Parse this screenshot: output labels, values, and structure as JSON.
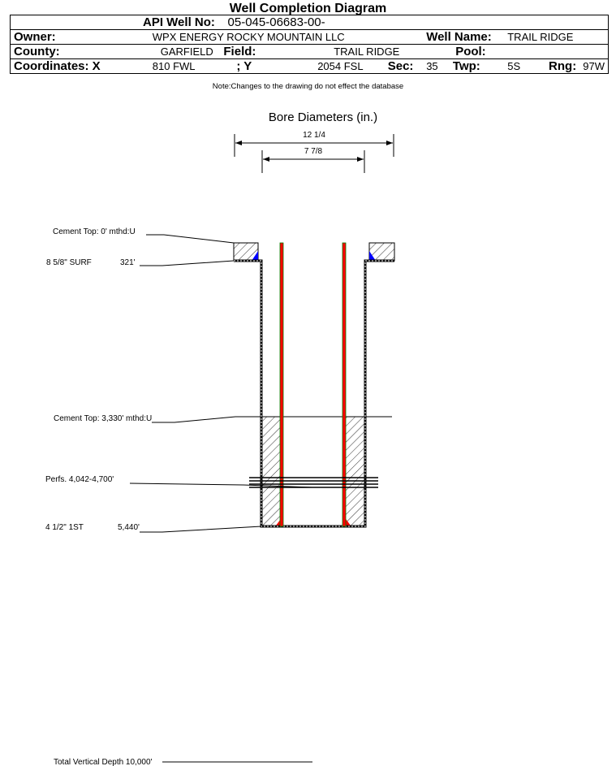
{
  "title": "Well Completion Diagram",
  "header": {
    "api_label": "API Well No:",
    "api_value": "05-045-06683-00-",
    "owner_label": "Owner:",
    "owner_value": "WPX ENERGY ROCKY MOUNTAIN LLC",
    "well_name_label": "Well Name:",
    "well_name_value": "TRAIL RIDGE",
    "county_label": "County:",
    "county_value": "GARFIELD",
    "field_label": "Field:",
    "field_value": "TRAIL RIDGE",
    "pool_label": "Pool:",
    "pool_value": "",
    "coord_x_label": "Coordinates: X",
    "coord_x_value": "810 FWL",
    "coord_y_label": "; Y",
    "coord_y_value": "2054 FSL",
    "sec_label": "Sec:",
    "sec_value": "35",
    "twp_label": "Twp:",
    "twp_value": "5S",
    "rng_label": "Rng:",
    "rng_value": "97W"
  },
  "note": "Note:Changes to the drawing do not effect the database",
  "diagram": {
    "bore_title": "Bore Diameters (in.)",
    "bore_outer": "12 1/4",
    "bore_inner": "7 7/8",
    "labels": {
      "cement_top_surface": "Cement Top: 0' mthd:U",
      "surface_casing": "8 5/8\" SURF",
      "surface_casing_depth": "321'",
      "cement_top_production": "Cement Top: 3,330' mthd:U",
      "perfs": "Perfs. 4,042-4,700'",
      "production_casing": "4 1/2\" 1ST",
      "production_casing_depth": "5,440'",
      "total_depth": "Total Vertical Depth 10,000'"
    },
    "colors": {
      "tubing": "#ff0000",
      "tubing_edge": "#008000",
      "cement_fill": "#0000ff"
    }
  }
}
